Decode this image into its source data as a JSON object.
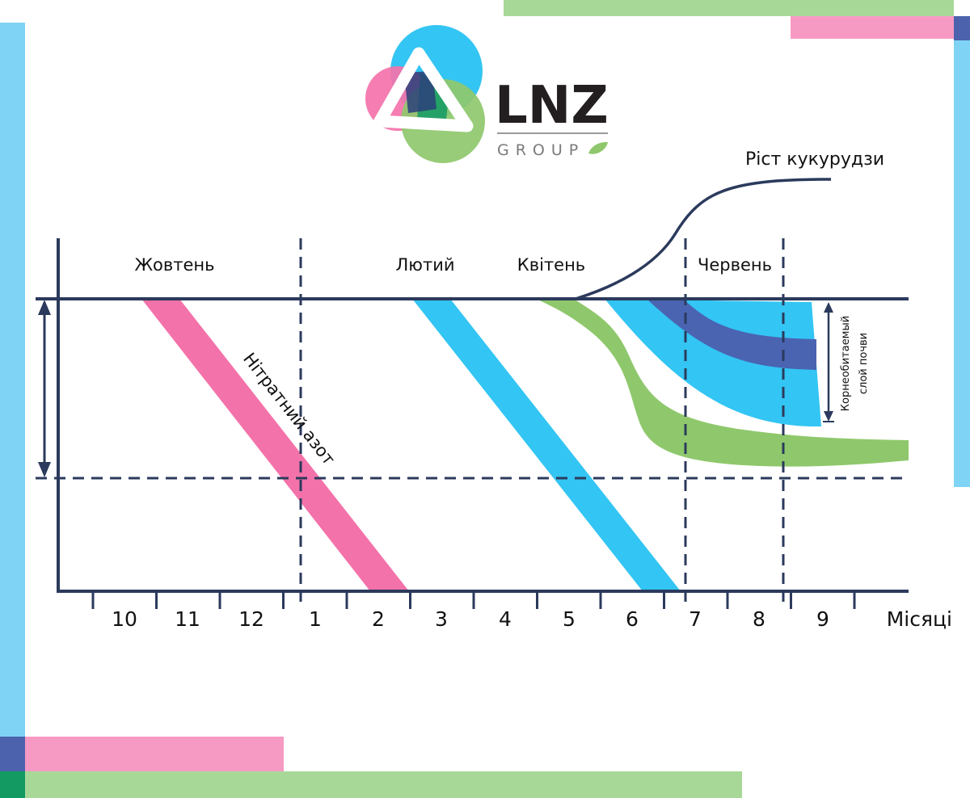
{
  "colors": {
    "axis": "#2b3a5c",
    "pink": "#f472aa",
    "blue": "#33c5f3",
    "green": "#8fc86c",
    "darkblue": "#4a64b2",
    "frame_light_blue": "#7fd3f5",
    "frame_pink": "#f79ac3",
    "frame_green": "#a8d898",
    "frame_dark_blue": "#4c62ad",
    "frame_dark_green": "#139a63"
  },
  "logo": {
    "name": "LNZ",
    "subtitle": "GROUP",
    "icon_name": "lnz-group-logo-icon",
    "leaf_icon": "leaf-icon"
  },
  "diagram": {
    "top_labels": [
      "Жовтень",
      "Лютий",
      "Квітень",
      "Червень"
    ],
    "growth_label": "Ріст кукурудзи",
    "nitrate_label": "Нітратний азот",
    "root_layer_label": [
      "Корнеобитаемый",
      "слой почви"
    ],
    "months": [
      "10",
      "11",
      "12",
      "1",
      "2",
      "3",
      "4",
      "5",
      "6",
      "7",
      "8",
      "9"
    ],
    "months_axis_label": "Місяці"
  }
}
